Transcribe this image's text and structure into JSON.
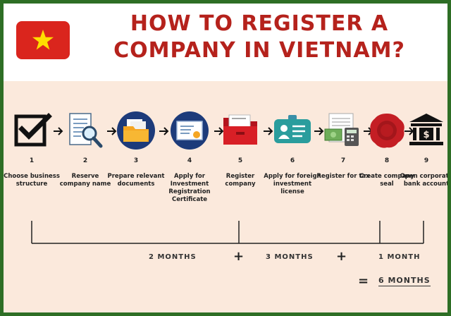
{
  "header": {
    "title_line1": "HOW TO REGISTER A",
    "title_line2": "COMPANY IN VIETNAM?"
  },
  "steps": [
    {
      "num": "1",
      "label": "Choose business structure",
      "icon": "checkbox-icon"
    },
    {
      "num": "2",
      "label": "Reserve company name",
      "icon": "document-search-icon"
    },
    {
      "num": "3",
      "label": "Prepare relevant documents",
      "icon": "folder-documents-icon"
    },
    {
      "num": "4",
      "label": "Apply for Investment Registration Certificate",
      "icon": "certificate-icon"
    },
    {
      "num": "5",
      "label": "Register company",
      "icon": "red-folder-icon"
    },
    {
      "num": "6",
      "label": "Apply for foreign investment license",
      "icon": "id-badge-icon"
    },
    {
      "num": "7",
      "label": "Register for tax",
      "icon": "tax-calculator-icon"
    },
    {
      "num": "8",
      "label": "Create company seal",
      "icon": "wax-seal-icon"
    },
    {
      "num": "9",
      "label": "Open corporate bank account",
      "icon": "bank-icon"
    }
  ],
  "timeline": {
    "seg1": "2 MONTHS",
    "seg2": "3 MONTHS",
    "seg3": "1 MONTH",
    "plus": "+",
    "equals": "=",
    "total": "6 MONTHS"
  },
  "colors": {
    "border": "#2e6e25",
    "title": "#b5221c",
    "background": "#fbe9dc",
    "flag_red": "#da251d",
    "flag_star": "#ffde00"
  }
}
